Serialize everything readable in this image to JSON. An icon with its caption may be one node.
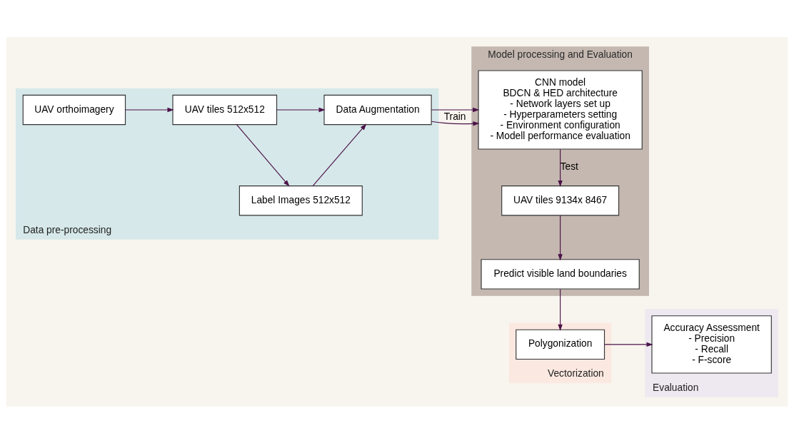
{
  "diagram": {
    "nodes": [
      {
        "text": [
          "Data pre-processing"
        ]
      },
      {
        "text": [
          "UAV orthoimagery"
        ],
        "in": 0
      },
      {
        "text": [
          "UAV tiles 512x512"
        ],
        "in": 0
      },
      {
        "text": [
          "Label Images 512x512"
        ],
        "in": 0
      },
      {
        "text": [
          "Data Augmentation"
        ],
        "in": 0
      },
      {
        "text": [
          "Model processing and Evaluation"
        ]
      },
      {
        "text": [
          "CNN model",
          "BDCN & HED architecture",
          "- Network layers set up",
          "- Hyperparameters setting",
          "- Environment configuration",
          "- Modell performance evaluation"
        ],
        "in": 5
      },
      {
        "text": [
          "UAV tiles 9134x 8467"
        ],
        "in": 5
      },
      {
        "text": [
          "Predict visible land boundaries"
        ],
        "in": 5
      },
      {
        "text": [
          "Evaluation"
        ]
      },
      {
        "text": [
          "Accuracy Assessment",
          "- Precision",
          "- Recall",
          "- F-score"
        ],
        "in": 9
      },
      {
        "text": [
          "Vectorization"
        ]
      },
      {
        "text": [
          "Polygonization"
        ],
        "in": 11
      }
    ],
    "edges": [
      {
        "from": 1,
        "to": 2,
        "arrow": "to"
      },
      {
        "from": 2,
        "to": 3,
        "arrow": "to"
      },
      {
        "from": 2,
        "to": 4,
        "arrow": "to"
      },
      {
        "from": 3,
        "to": 4,
        "arrow": "to"
      },
      {
        "from": 4,
        "to": 6,
        "arrow": "to",
        "label": "Train"
      },
      {
        "from": 6,
        "to": 7,
        "arrow": "to",
        "label": "Test"
      },
      {
        "from": 7,
        "to": 8,
        "arrow": "to"
      },
      {
        "from": 8,
        "to": 12,
        "arrow": "to"
      },
      {
        "from": 12,
        "to": 10,
        "arrow": "to"
      }
    ]
  }
}
